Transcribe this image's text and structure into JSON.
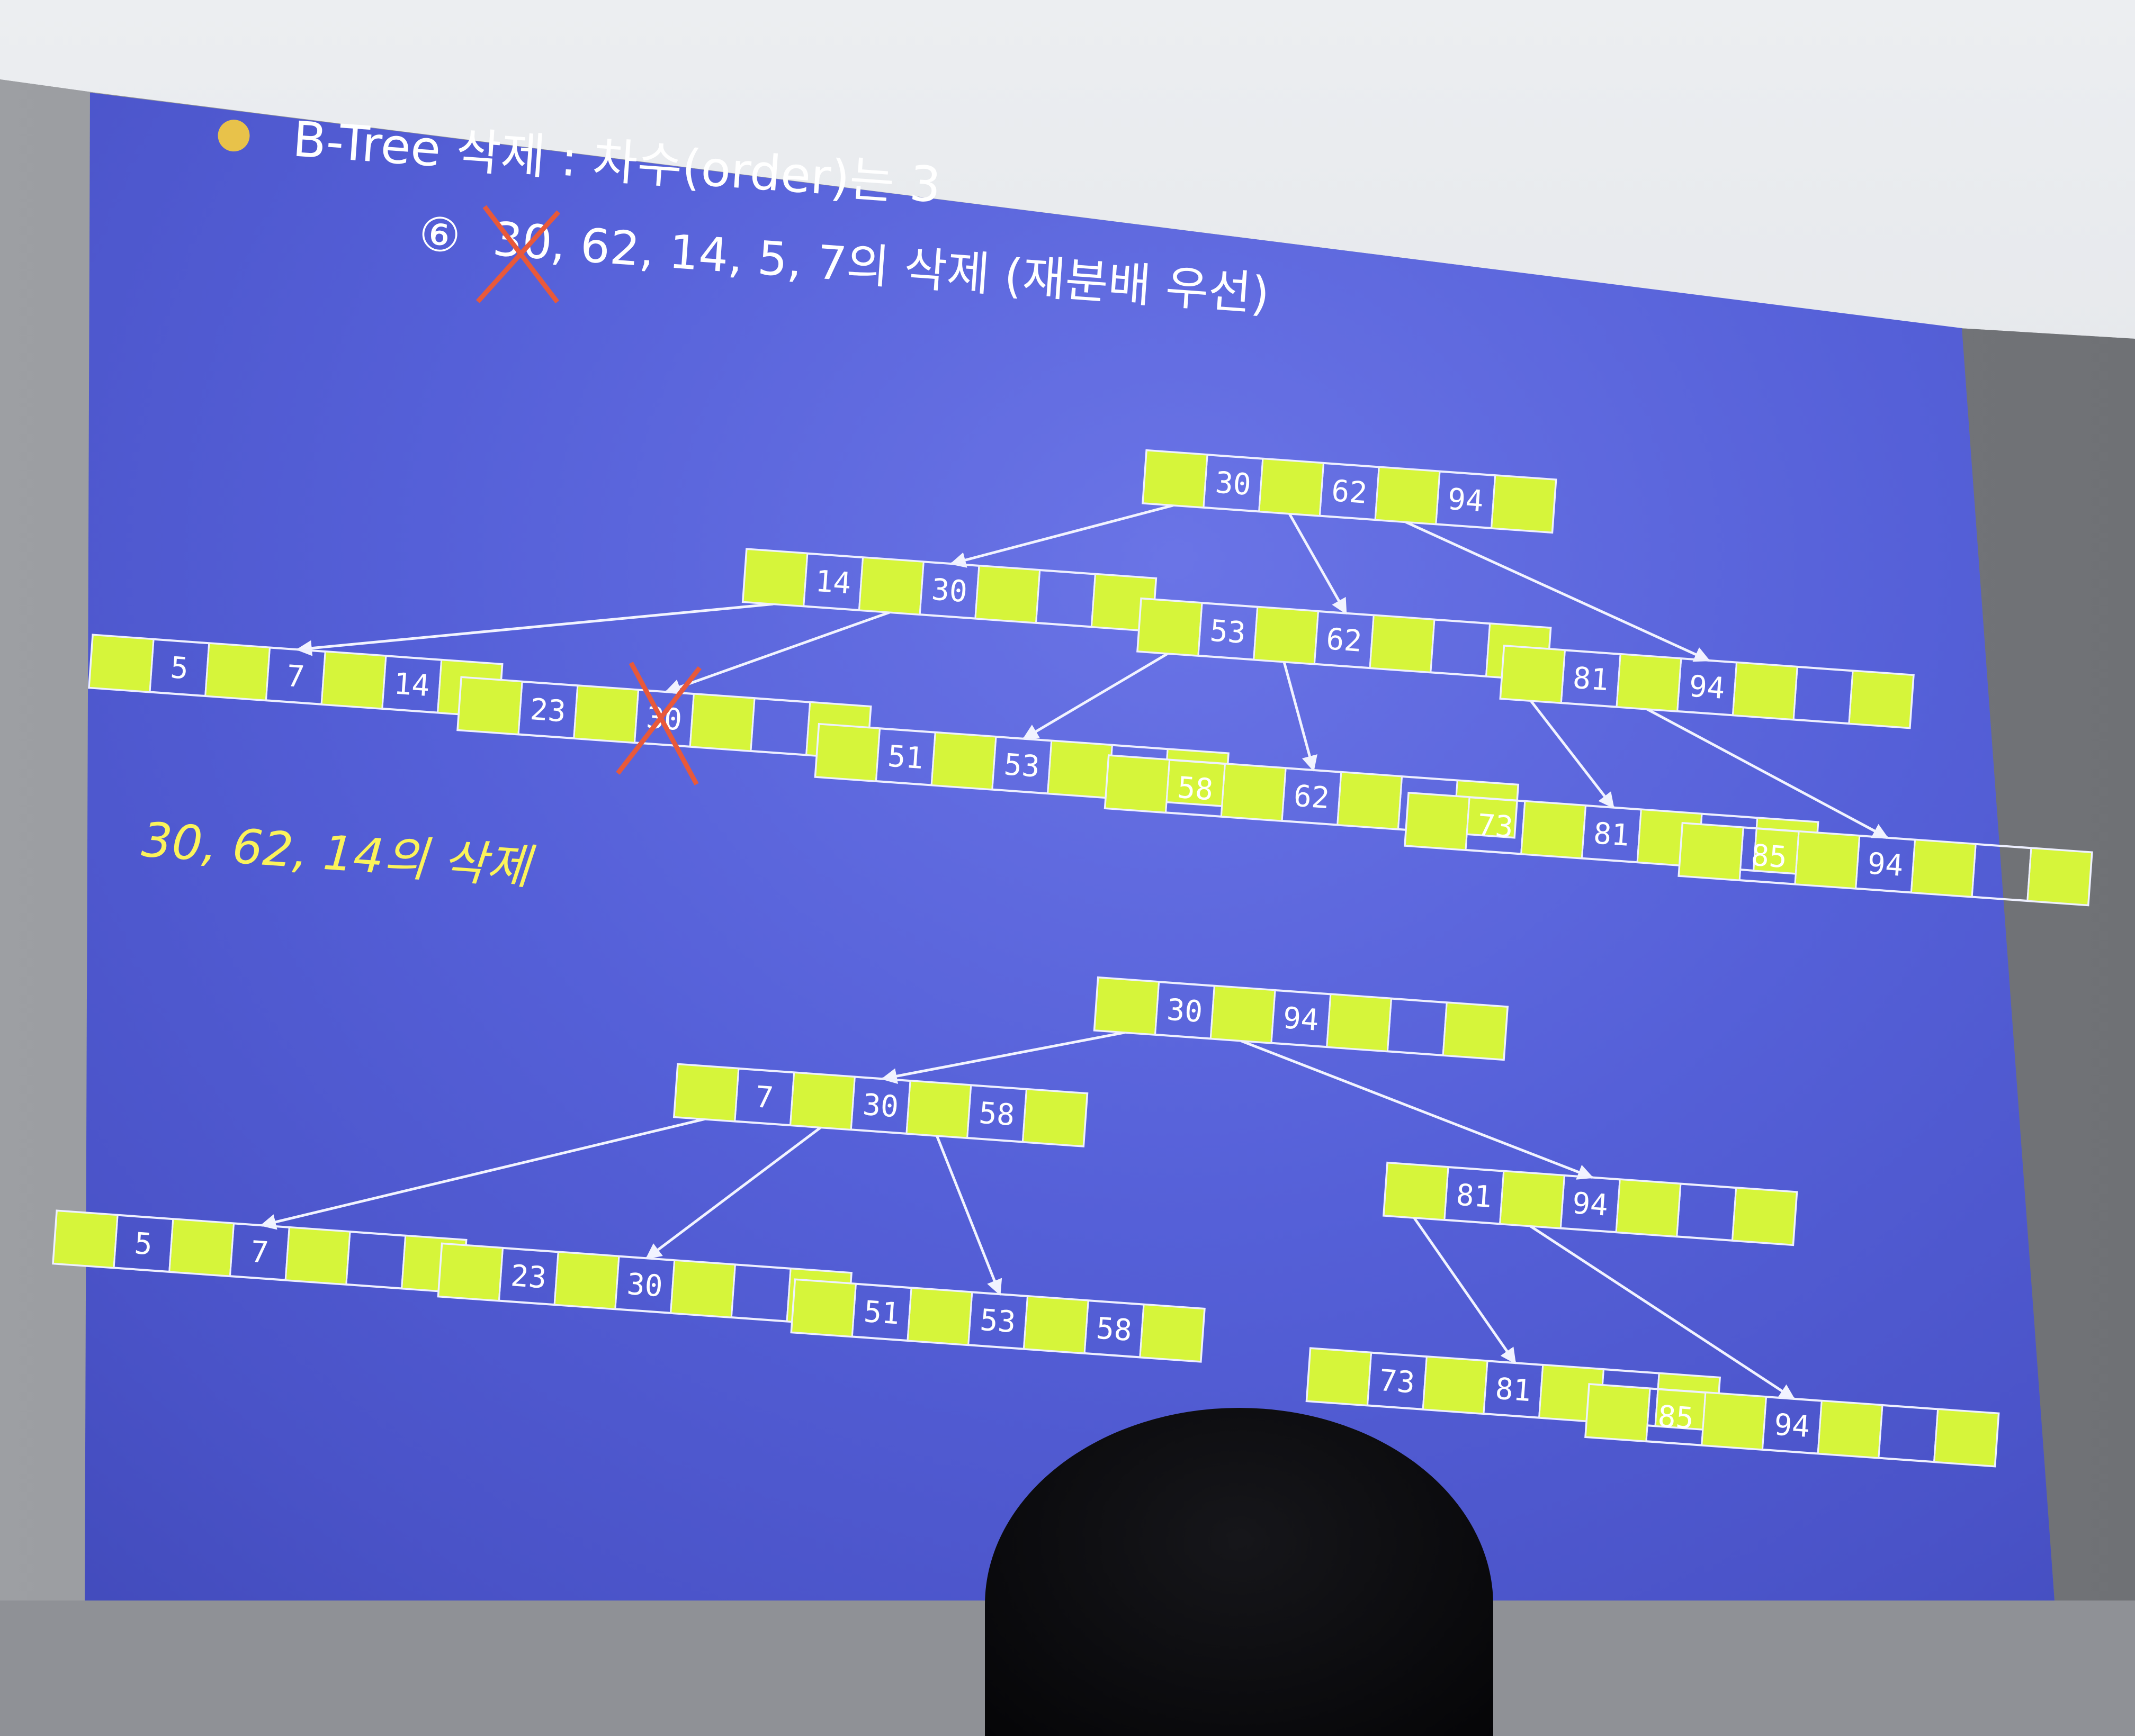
{
  "title": "B-Tree 삭제 : 차수(order)는 3",
  "step": {
    "marker": "⑥",
    "struck_key": "30",
    "rest": ", 62, 14, 5, 7의 삭제 (재분배 우선)"
  },
  "caption": "30, 62, 14의 삭제",
  "colors": {
    "slide_bg": "#5560d8",
    "pointer_cell": "#d6f53a",
    "key_text": "#ffffff",
    "caption": "#fbf35a",
    "cross_mark": "#e8593a"
  },
  "icons": [
    "bullet-dot-icon",
    "strike-cross-icon"
  ],
  "tree_before": {
    "root": [
      "30",
      "62",
      "94"
    ],
    "level1": [
      [
        "14",
        "30",
        ""
      ],
      [
        "53",
        "62",
        ""
      ],
      [
        "81",
        "94",
        ""
      ]
    ],
    "leaves": [
      [
        "5",
        "7",
        "14"
      ],
      [
        "23",
        "30",
        ""
      ],
      [
        "51",
        "53",
        ""
      ],
      [
        "58",
        "62",
        ""
      ],
      [
        "73",
        "81",
        ""
      ],
      [
        "85",
        "94",
        ""
      ]
    ],
    "deleted_leaf_key": "30"
  },
  "tree_after": {
    "root": [
      "30",
      "94",
      ""
    ],
    "level1": [
      [
        "7",
        "30",
        "58"
      ],
      [
        "81",
        "94",
        ""
      ]
    ],
    "leaves": [
      [
        "5",
        "7",
        ""
      ],
      [
        "23",
        "30",
        ""
      ],
      [
        "51",
        "53",
        "58"
      ],
      [
        "73",
        "81",
        ""
      ],
      [
        "85",
        "94",
        ""
      ]
    ]
  }
}
